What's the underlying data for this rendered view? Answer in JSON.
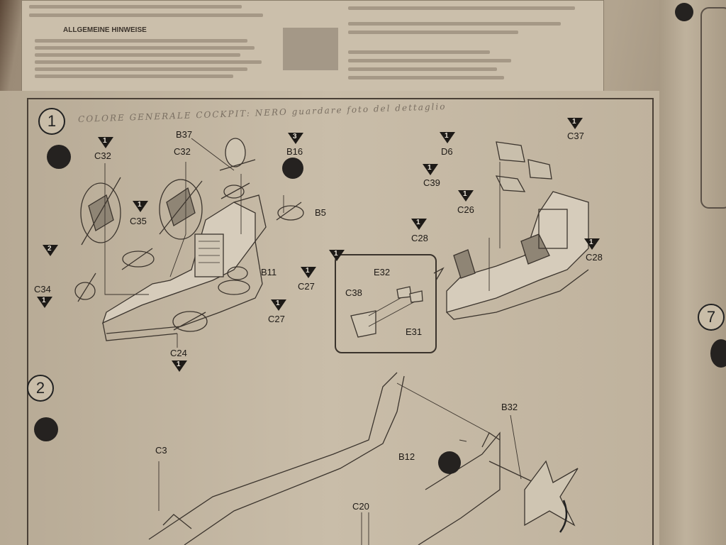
{
  "header": {
    "section_title": "ALLGEMEINE HINWEISE"
  },
  "handwritten_note": "COLORE GENERALE COCKPIT: NERO  guardare foto del dettaglio",
  "steps": {
    "step1": "1",
    "step2": "2",
    "step7": "7"
  },
  "labels": {
    "b37": "B37",
    "c32_left": "C32",
    "c32_mid": "C32",
    "b16": "B16",
    "b5": "B5",
    "c35": "C35",
    "c34": "C34",
    "b11": "B11",
    "c27_a": "C27",
    "c27_b": "C27",
    "c24": "C24",
    "d6": "D6",
    "c37": "C37",
    "c39": "C39",
    "c26": "C26",
    "c28_a": "C28",
    "c28_b": "C28",
    "e32": "E32",
    "c38": "C38",
    "e31": "E31",
    "b32": "B32",
    "b12": "B12",
    "c3": "C3",
    "c20": "C20"
  },
  "color_codes": {
    "c32_left": "1",
    "b16": "3",
    "c35": "1",
    "left_seat": "2",
    "c34": "1",
    "b11": "1",
    "c27": "1",
    "c24": "1",
    "d6": "1",
    "c37": "1",
    "c39": "1",
    "c26": "1",
    "c28_a": "1",
    "c28_b": "1",
    "callout": "1"
  },
  "colors": {
    "paper": "#c8bca8",
    "ink": "#1e1a16",
    "background": "#3a2a1e"
  }
}
